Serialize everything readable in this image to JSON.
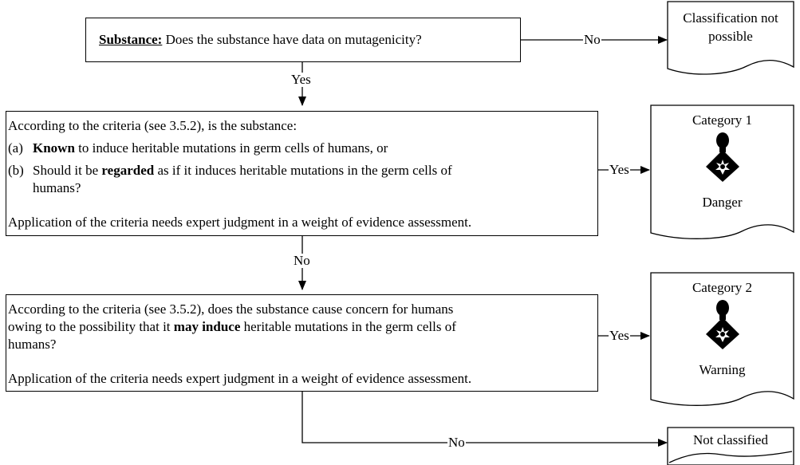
{
  "start_box": {
    "keyword": "Substance:",
    "question": " Does the substance have data on mutagenicity?"
  },
  "box1": {
    "intro": "According to the criteria (see 3.5.2), is the substance:",
    "item_a": {
      "marker": "(a)",
      "bold": "Known",
      "rest": " to induce heritable mutations in germ cells of humans, or"
    },
    "item_b": {
      "marker": "(b)",
      "pre": "Should it be ",
      "bold": "regarded",
      "post": " as if it induces heritable mutations in the germ cells of",
      "line2": "humans?"
    },
    "note": "Application of the criteria needs expert judgment in a weight of evidence assessment."
  },
  "box2": {
    "line1": "According to the criteria (see 3.5.2), does the substance cause concern for humans",
    "line2_pre": "owing to the possibility that it ",
    "line2_bold": "may induce",
    "line2_post": " heritable mutations in the germ cells of",
    "line3": "humans?",
    "note": "Application of the criteria needs expert judgment in a weight of evidence assessment."
  },
  "outcomes": {
    "not_possible": {
      "line1": "Classification not",
      "line2": "possible"
    },
    "category1": {
      "title": "Category 1",
      "signal_word": "Danger",
      "pictogram": "health-hazard-icon"
    },
    "category2": {
      "title": "Category 2",
      "signal_word": "Warning",
      "pictogram": "health-hazard-icon"
    },
    "not_classified": {
      "title": "Not classified"
    }
  },
  "labels": {
    "no_top": "No",
    "yes_down": "Yes",
    "yes_cat1": "Yes",
    "no_down": "No",
    "yes_cat2": "Yes",
    "no_bottom": "No"
  }
}
